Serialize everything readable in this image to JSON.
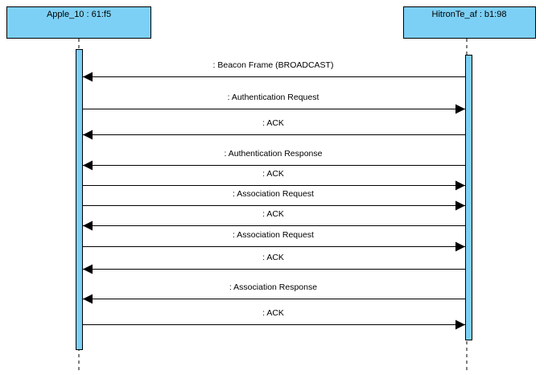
{
  "lifelines": [
    {
      "id": "apple",
      "label": "Apple_10 : 61:f5"
    },
    {
      "id": "hitron",
      "label": "HitronTe_af : b1:98"
    }
  ],
  "messages": [
    {
      "from": "hitron",
      "to": "apple",
      "label": ": Beacon Frame (BROADCAST)"
    },
    {
      "from": "apple",
      "to": "hitron",
      "label": ": Authentication Request"
    },
    {
      "from": "hitron",
      "to": "apple",
      "label": ": ACK"
    },
    {
      "from": "hitron",
      "to": "apple",
      "label": ": Authentication Response"
    },
    {
      "from": "apple",
      "to": "hitron",
      "label": ": ACK"
    },
    {
      "from": "apple",
      "to": "hitron",
      "label": ": Association Request"
    },
    {
      "from": "hitron",
      "to": "apple",
      "label": ": ACK"
    },
    {
      "from": "apple",
      "to": "hitron",
      "label": ": Association Request"
    },
    {
      "from": "hitron",
      "to": "apple",
      "label": ": ACK"
    },
    {
      "from": "hitron",
      "to": "apple",
      "label": ": Association Response"
    },
    {
      "from": "apple",
      "to": "hitron",
      "label": ": ACK"
    }
  ]
}
